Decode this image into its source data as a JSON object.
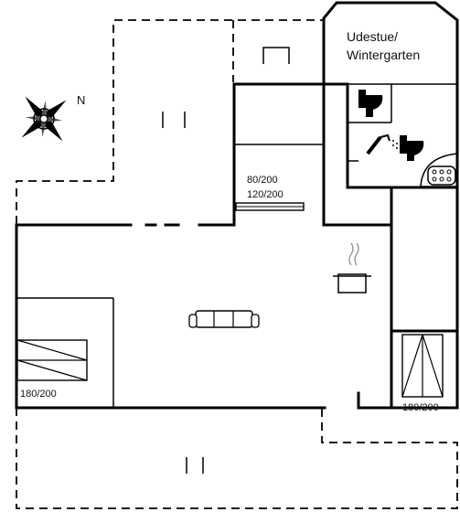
{
  "floorplan": {
    "rooms": {
      "sunroom_label_line1": "Udestue/",
      "sunroom_label_line2": "Wintergarten"
    },
    "beds": {
      "small_room_bed_line1": "80/200",
      "small_room_bed_line2": "120/200",
      "left_bed": "180/200",
      "right_bed": "180/200"
    },
    "compass": {
      "north_label": "N"
    },
    "icons": [
      "compass-rose-icon",
      "toilet-icon",
      "shower-icon",
      "toilet-icon",
      "whirlpool-icon",
      "cooking-pot-icon",
      "sofa-icon",
      "fireplace-icon",
      "bed-icon"
    ]
  }
}
